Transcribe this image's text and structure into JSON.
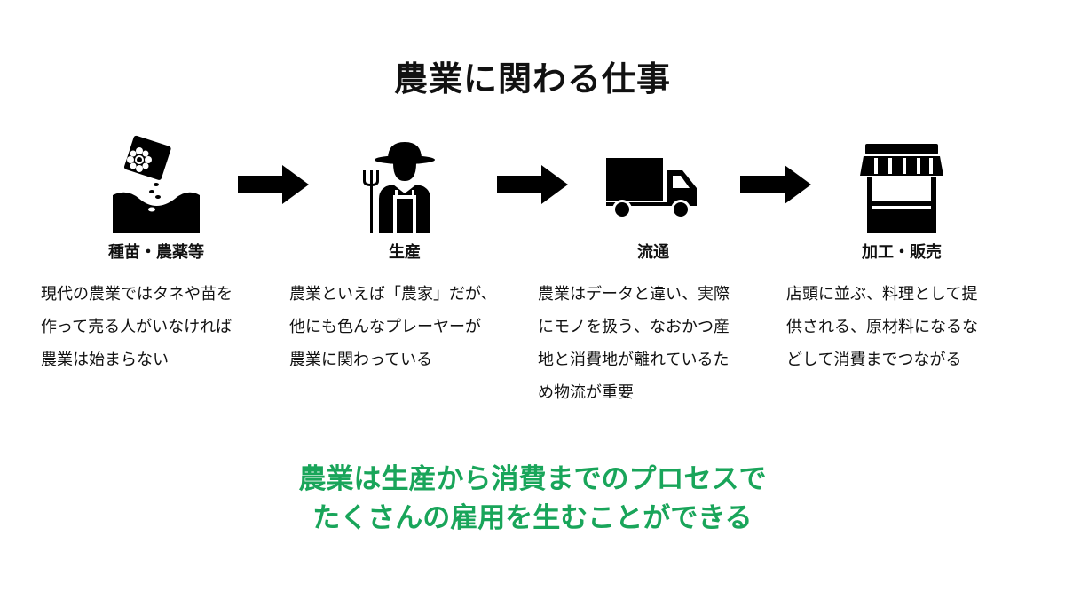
{
  "title": "農業に関わる仕事",
  "steps": [
    {
      "icon": "seed-bag-icon",
      "label": "種苗・農薬等",
      "description": "現代の農業ではタネや苗を\n作って売る人がいなければ\n農業は始まらない"
    },
    {
      "icon": "farmer-icon",
      "label": "生産",
      "description": "農業といえば「農家」だが、\n他にも色んなプレーヤーが\n農業に関わっている"
    },
    {
      "icon": "truck-icon",
      "label": "流通",
      "description": "農業はデータと違い、実際\nにモノを扱う、なおかつ産\n地と消費地が離れているた\nめ物流が重要"
    },
    {
      "icon": "shop-icon",
      "label": "加工・販売",
      "description": "店頭に並ぶ、料理として提\n供される、原材料になるな\nどして消費までつながる"
    }
  ],
  "message": {
    "line1": "農業は生産から消費までのプロセスで",
    "line2": "たくさんの雇用を生むことができる"
  },
  "colors": {
    "message": "#19a55a",
    "icon": "#000000"
  }
}
